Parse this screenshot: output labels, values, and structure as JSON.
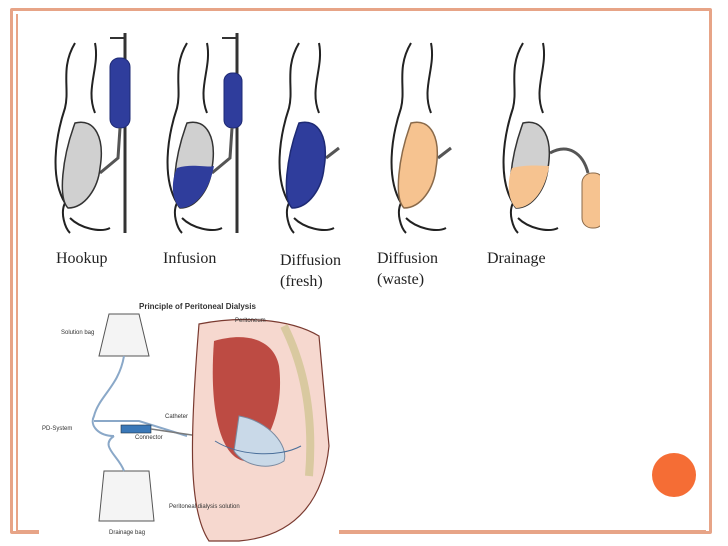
{
  "stages": [
    {
      "label_line1": "Hookup",
      "label_line2": ""
    },
    {
      "label_line1": "Infusion",
      "label_line2": ""
    },
    {
      "label_line1": "Diffusion",
      "label_line2": "(fresh)"
    },
    {
      "label_line1": "Diffusion",
      "label_line2": "(waste)"
    },
    {
      "label_line1": "Drainage",
      "label_line2": ""
    }
  ],
  "pd_diagram": {
    "title": "Principle of Peritoneal Dialysis",
    "solution_bag": "Solution bag",
    "peritoneum": "Peritoneum",
    "catheter": "Catheter",
    "pd_system": "PD-System",
    "connector": "Connector",
    "pd_solution": "Peritoneal dialysis solution",
    "drainage_bag": "Drainage bag"
  },
  "colors": {
    "frame": "#e7a487",
    "accent_circle": "#f56d35",
    "fresh_fluid": "#2f3d9c",
    "waste_fluid": "#f6c390",
    "empty_fluid": "#cccccc"
  }
}
